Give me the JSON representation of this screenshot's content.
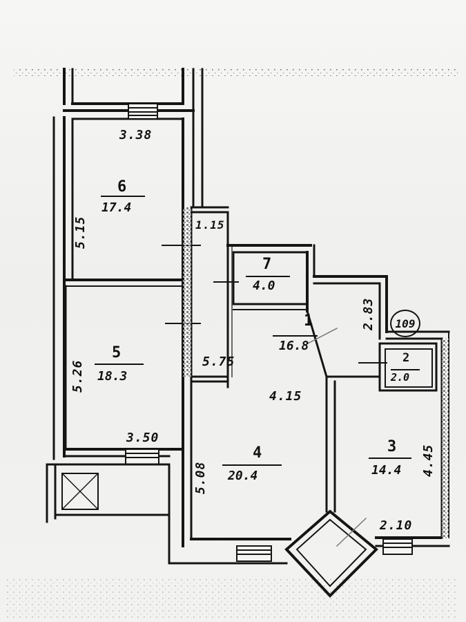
{
  "rooms": [
    {
      "number": "6",
      "area": "17.4"
    },
    {
      "number": "5",
      "area": "18.3"
    },
    {
      "number": "7",
      "area": "4.0"
    },
    {
      "number": "1",
      "area": "16.8"
    },
    {
      "number": "2",
      "area": "2.0"
    },
    {
      "number": "4",
      "area": "20.4"
    },
    {
      "number": "3",
      "area": "14.4"
    }
  ],
  "dimensions": {
    "room6_width": "3.38",
    "room6_length": "5.15",
    "room5_length": "5.26",
    "room5_width": "3.50",
    "corridor_width": "1.15",
    "corridor_length": "5.75",
    "hall_width": "4.15",
    "room4_length": "5.08",
    "room3_length": "4.45",
    "room3_width": "2.10",
    "room1_depth": "2.83"
  },
  "plan_tag": "109"
}
